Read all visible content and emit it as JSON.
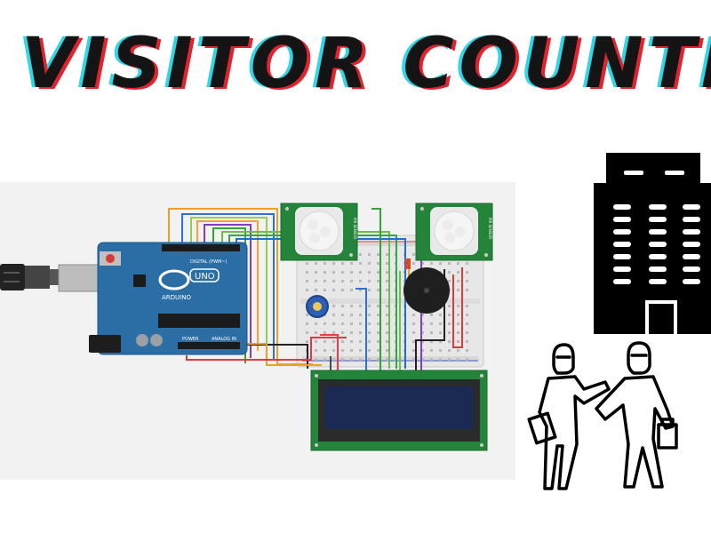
{
  "header": {
    "title": "VISITOR COUNTER"
  },
  "circuit": {
    "board_brand": "ARDUINO",
    "board_model": "UNO",
    "board_digital_label": "DIGITAL (PWM~)",
    "board_power_label": "POWER",
    "board_analog_label": "ANALOG IN",
    "sensor_left_label": "PIR SENSOR",
    "sensor_right_label": "PIR SENSOR"
  },
  "colors": {
    "title_fill": "#141414",
    "title_red": "#e0242f",
    "title_cyan": "#2fd6e6",
    "arduino_blue": "#2a6ea5",
    "pcb_green": "#23843a",
    "lcd_screen": "#1b2a55",
    "background_panel": "#f2f2f2"
  }
}
